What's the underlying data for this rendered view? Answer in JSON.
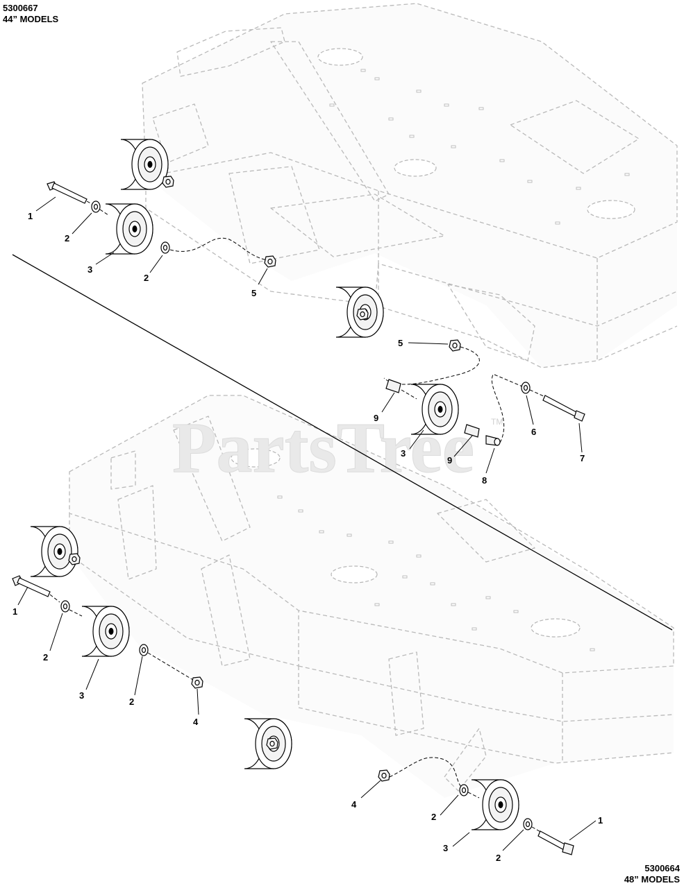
{
  "header": {
    "top_part_number": "5300667",
    "top_model": "44” MODELS",
    "bottom_part_number": "5300664",
    "bottom_model": "48” MODELS"
  },
  "watermark": {
    "text": "PartsTree",
    "tm": "TM"
  },
  "callouts_44": [
    "1",
    "2",
    "3",
    "2",
    "5",
    "5",
    "9",
    "3",
    "9",
    "8",
    "6",
    "7"
  ],
  "callouts_48": [
    "1",
    "2",
    "3",
    "2",
    "4",
    "4",
    "2",
    "3",
    "2",
    "1"
  ]
}
